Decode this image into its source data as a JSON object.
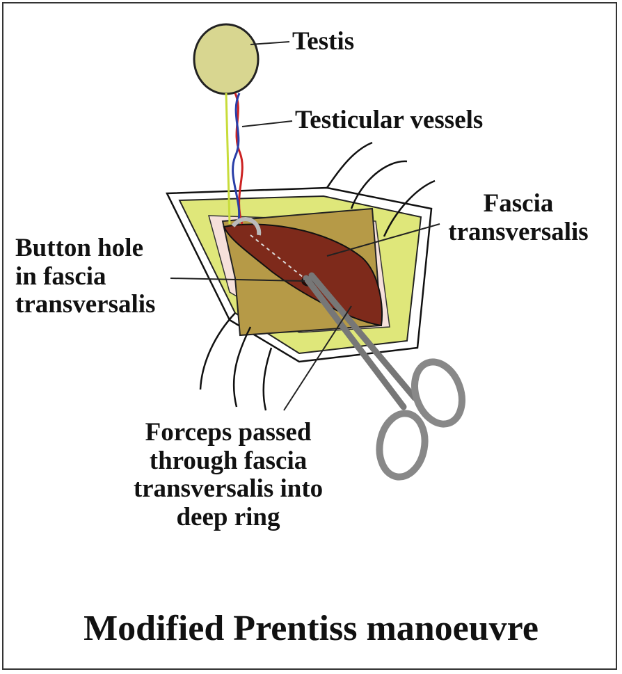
{
  "labels": {
    "testis": "Testis",
    "testicular_vessels": "Testicular vessels",
    "fascia_transversalis": [
      "Fascia",
      "transversalis"
    ],
    "button_hole": [
      "Button hole",
      "in fascia",
      "transversalis"
    ],
    "forceps": [
      "Forceps passed",
      "through fascia",
      "transversalis into",
      "deep ring"
    ]
  },
  "title": "Modified Prentiss manoeuvre",
  "colors": {
    "testis": "#d8d690",
    "fat": "#dfe77a",
    "muscle_flap": "#b69a47",
    "fascia": "#7e2a1b",
    "skin": "#f6e0da",
    "artery": "#cc2222",
    "vein": "#2a3ea8",
    "vas": "#c8dc3a",
    "instrument": "#b9b9b9"
  }
}
